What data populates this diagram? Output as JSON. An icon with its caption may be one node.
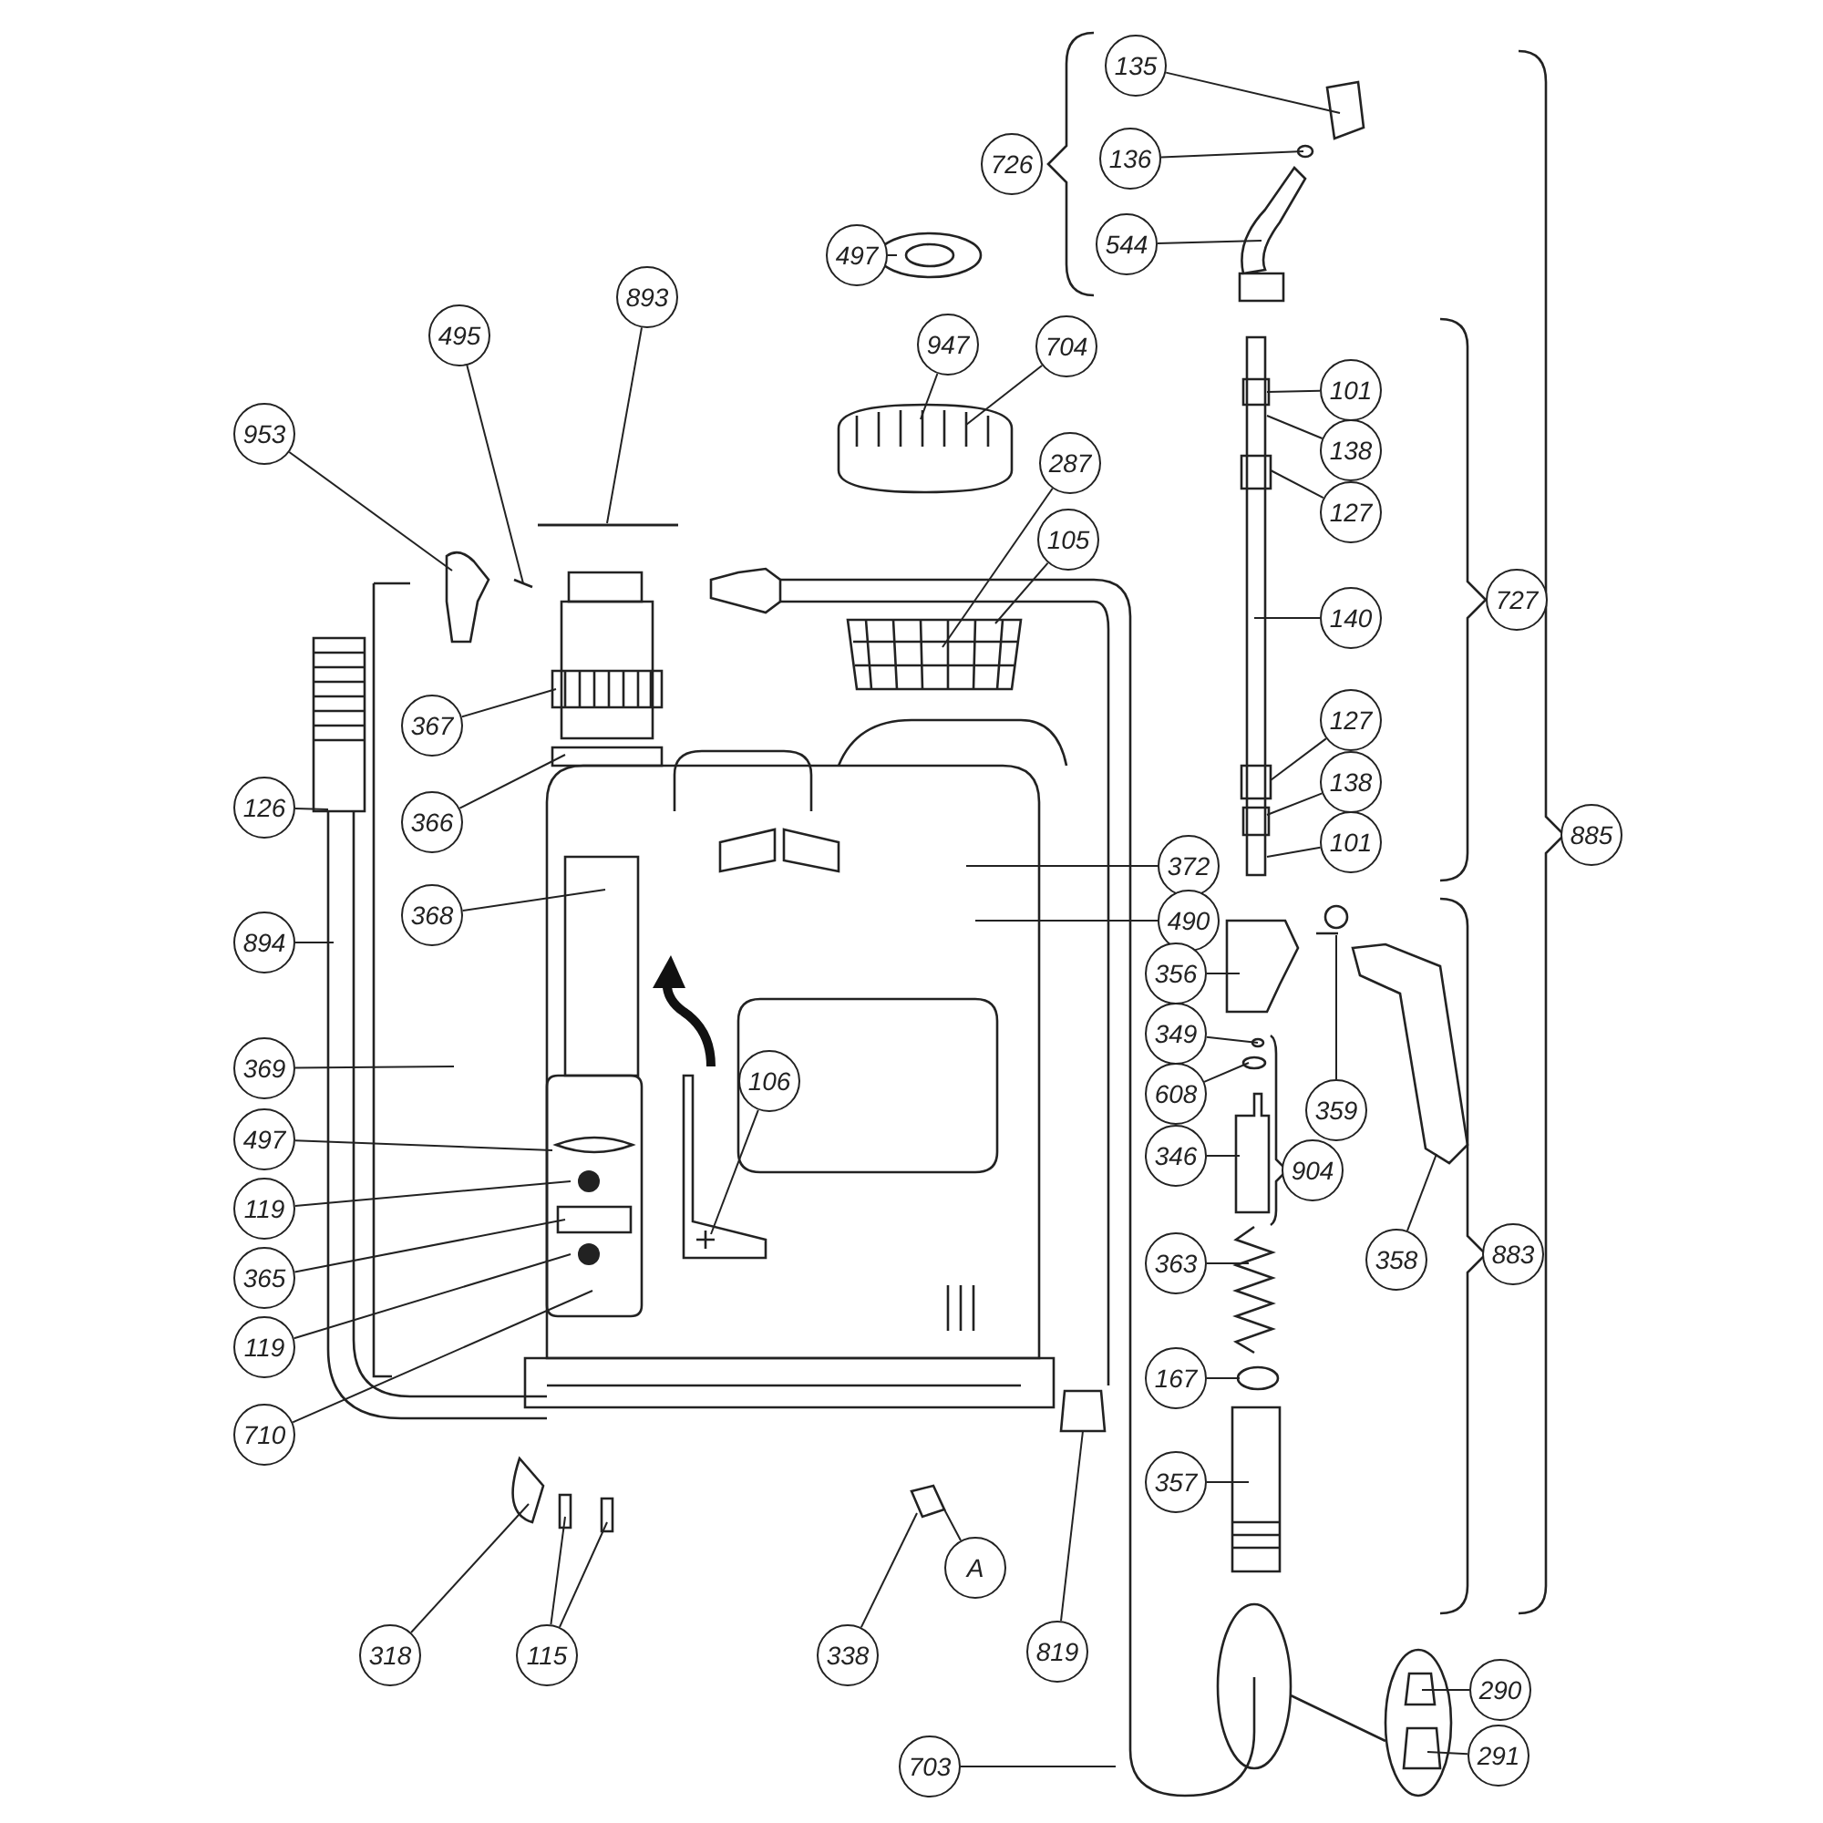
{
  "diagram": {
    "nodes": [
      {
        "text": [
          "135"
        ]
      },
      {
        "text": [
          "136"
        ]
      },
      {
        "text": [
          "544"
        ]
      },
      {
        "text": [
          "497"
        ]
      },
      {
        "text": [
          "893"
        ]
      },
      {
        "text": [
          "495"
        ]
      },
      {
        "text": [
          "947"
        ]
      },
      {
        "text": [
          "704"
        ]
      },
      {
        "text": [
          "101"
        ]
      },
      {
        "text": [
          "953"
        ]
      },
      {
        "text": [
          "138"
        ]
      },
      {
        "text": [
          "287"
        ]
      },
      {
        "text": [
          "127"
        ]
      },
      {
        "text": [
          "105"
        ]
      },
      {
        "text": [
          "140"
        ]
      },
      {
        "text": [
          "127"
        ]
      },
      {
        "text": [
          "367"
        ]
      },
      {
        "text": [
          "138"
        ]
      },
      {
        "text": [
          "126"
        ]
      },
      {
        "text": [
          "366"
        ]
      },
      {
        "text": [
          "101"
        ]
      },
      {
        "text": [
          "372"
        ]
      },
      {
        "text": [
          "368"
        ]
      },
      {
        "text": [
          "490"
        ]
      },
      {
        "text": [
          "894"
        ]
      },
      {
        "text": [
          "356"
        ]
      },
      {
        "text": [
          "349"
        ]
      },
      {
        "text": [
          "369"
        ]
      },
      {
        "text": [
          "106"
        ]
      },
      {
        "text": [
          "608"
        ]
      },
      {
        "text": [
          "359"
        ]
      },
      {
        "text": [
          "497"
        ]
      },
      {
        "text": [
          "346"
        ]
      },
      {
        "text": [
          "119"
        ]
      },
      {
        "text": [
          "358"
        ]
      },
      {
        "text": [
          "363"
        ]
      },
      {
        "text": [
          "365"
        ]
      },
      {
        "text": [
          "119"
        ]
      },
      {
        "text": [
          "167"
        ]
      },
      {
        "text": [
          "710"
        ]
      },
      {
        "text": [
          "357"
        ]
      },
      {
        "text": [
          "A"
        ]
      },
      {
        "text": [
          "318"
        ]
      },
      {
        "text": [
          "115"
        ]
      },
      {
        "text": [
          "338"
        ]
      },
      {
        "text": [
          "819"
        ]
      },
      {
        "text": [
          "290"
        ]
      },
      {
        "text": [
          "291"
        ]
      },
      {
        "text": [
          "703"
        ]
      },
      {
        "text": [
          "726"
        ]
      },
      {
        "text": [
          "727"
        ]
      },
      {
        "text": [
          "885"
        ]
      },
      {
        "text": [
          "904"
        ]
      },
      {
        "text": [
          "883"
        ]
      },
      {
        "text": [],
        "shape": "picture"
      },
      {
        "text": [],
        "shape": "picture"
      },
      {
        "text": [],
        "shape": "picture"
      },
      {
        "text": [],
        "shape": "picture"
      }
    ],
    "edges": [
      {
        "from": 0,
        "to": null,
        "arrow": "none"
      },
      {
        "from": 1,
        "to": null,
        "arrow": "none"
      },
      {
        "from": 2,
        "to": null,
        "arrow": "none"
      },
      {
        "from": 3,
        "to": null,
        "arrow": "none"
      },
      {
        "from": 4,
        "to": null,
        "arrow": "none"
      },
      {
        "from": 5,
        "to": null,
        "arrow": "none"
      },
      {
        "from": 6,
        "to": null,
        "arrow": "none"
      },
      {
        "from": 7,
        "to": null,
        "arrow": "none"
      },
      {
        "from": 8,
        "to": null,
        "arrow": "none"
      },
      {
        "from": 9,
        "to": null,
        "arrow": "none"
      },
      {
        "from": 10,
        "to": null,
        "arrow": "none"
      },
      {
        "from": 11,
        "to": null,
        "arrow": "none"
      },
      {
        "from": 12,
        "to": null,
        "arrow": "none"
      },
      {
        "from": 13,
        "to": null,
        "arrow": "none"
      },
      {
        "from": 14,
        "to": null,
        "arrow": "none"
      },
      {
        "from": 15,
        "to": null,
        "arrow": "none"
      },
      {
        "from": 16,
        "to": null,
        "arrow": "none"
      },
      {
        "from": 17,
        "to": null,
        "arrow": "none"
      },
      {
        "from": 18,
        "to": null,
        "arrow": "none"
      },
      {
        "from": 19,
        "to": null,
        "arrow": "none"
      },
      {
        "from": 20,
        "to": null,
        "arrow": "none"
      },
      {
        "from": 21,
        "to": null,
        "arrow": "none"
      },
      {
        "from": 22,
        "to": null,
        "arrow": "none"
      },
      {
        "from": 23,
        "to": null,
        "arrow": "none"
      },
      {
        "from": 24,
        "to": null,
        "arrow": "none"
      },
      {
        "from": 25,
        "to": null,
        "arrow": "none"
      },
      {
        "from": 26,
        "to": null,
        "arrow": "none"
      },
      {
        "from": 27,
        "to": null,
        "arrow": "none"
      },
      {
        "from": 28,
        "to": null,
        "arrow": "none"
      },
      {
        "from": 29,
        "to": null,
        "arrow": "none"
      },
      {
        "from": 30,
        "to": 57,
        "arrow": "none"
      },
      {
        "from": 31,
        "to": null,
        "arrow": "none"
      },
      {
        "from": 32,
        "to": null,
        "arrow": "none"
      },
      {
        "from": 33,
        "to": null,
        "arrow": "none"
      },
      {
        "from": 34,
        "to": 56,
        "arrow": "none"
      },
      {
        "from": 35,
        "to": null,
        "arrow": "none"
      },
      {
        "from": 36,
        "to": null,
        "arrow": "none"
      },
      {
        "from": 37,
        "to": null,
        "arrow": "none"
      },
      {
        "from": 38,
        "to": null,
        "arrow": "none"
      },
      {
        "from": 39,
        "to": null,
        "arrow": "none"
      },
      {
        "from": 40,
        "to": null,
        "arrow": "none"
      },
      {
        "from": 41,
        "to": 54,
        "arrow": "none"
      },
      {
        "from": 42,
        "to": null,
        "arrow": "none"
      },
      {
        "from": 43,
        "to": null,
        "arrow": "none"
      },
      {
        "from": 43,
        "to": null,
        "arrow": "none"
      },
      {
        "from": 44,
        "to": 54,
        "arrow": "none"
      },
      {
        "from": 45,
        "to": 55,
        "arrow": "none"
      },
      {
        "from": 46,
        "to": null,
        "arrow": "none"
      },
      {
        "from": 47,
        "to": null,
        "arrow": "none"
      },
      {
        "from": 48,
        "to": null,
        "arrow": "none"
      }
    ]
  }
}
